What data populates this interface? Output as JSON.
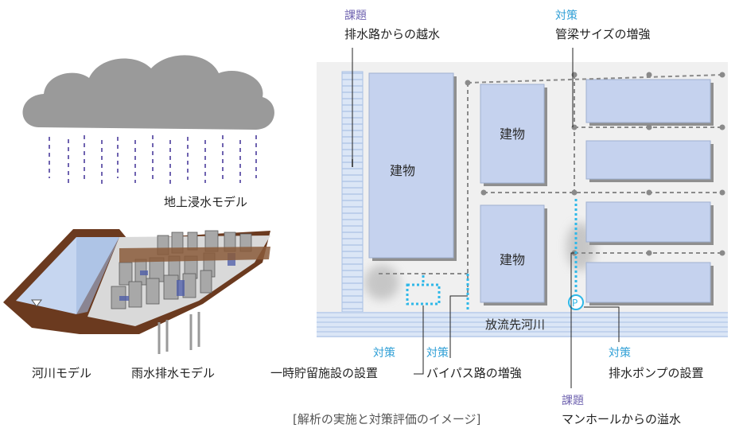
{
  "colors": {
    "building": "#c5d2ee",
    "channel": "#dbe6f6",
    "ground": "#f0f0f0",
    "issue_label": "#6f63b0",
    "measure_label": "#2f9fd6",
    "pipe": "#8a8a8a",
    "earth": "#6b3a1f"
  },
  "left": {
    "ground_model_label": "地上浸水モデル",
    "river_model_label": "河川モデル",
    "rain_model_label": "雨水排水モデル"
  },
  "plan": {
    "buildings": [
      "建物",
      "建物",
      "建物"
    ],
    "river_label": "放流先河川",
    "pump_symbol": "P"
  },
  "callouts": {
    "overflow_channel": {
      "kind": "課題",
      "text": "排水路からの越水"
    },
    "pipe_upsize": {
      "kind": "対策",
      "text": "管梁サイズの増強"
    },
    "storage": {
      "kind": "対策",
      "text": "一時貯留施設の設置"
    },
    "bypass": {
      "kind": "対策",
      "text": "バイパス路の増強"
    },
    "pump": {
      "kind": "対策",
      "text": "排水ポンプの設置"
    },
    "manhole": {
      "kind": "課題",
      "text": "マンホールからの溢水"
    }
  },
  "caption": "[解析の実施と対策評価のイメージ]"
}
